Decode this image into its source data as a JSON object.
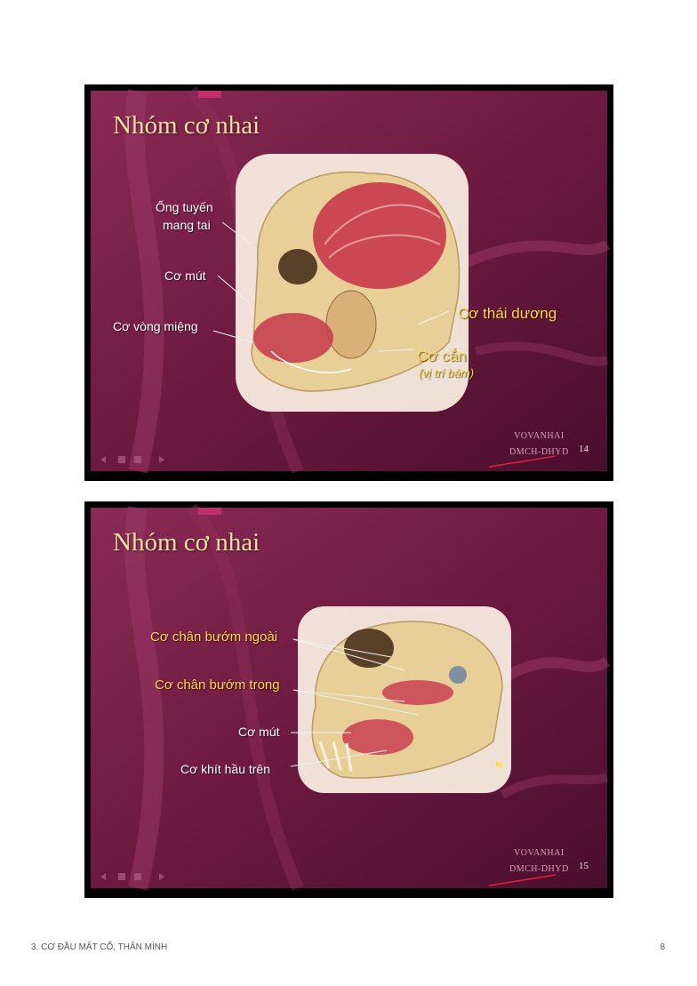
{
  "slides": [
    {
      "title": "Nhóm cơ nhai",
      "labels": {
        "ong_tuyen_line1": "Ống tuyến",
        "ong_tuyen_line2": "mang tai",
        "co_mut": "Cơ mút",
        "co_vong_mieng": "Cơ vòng miệng",
        "co_thai_duong": "Cơ thái dương",
        "co_can": "Cơ cắn",
        "vi_tri_bam": "(vị trí bám)"
      },
      "author_line1": "VOVANHAI",
      "author_line2": "DMCH-DHYD",
      "page_number": "14"
    },
    {
      "title": "Nhóm cơ nhai",
      "labels": {
        "co_chan_buom_ngoai": "Cơ chân bướm ngoài",
        "co_chan_buom_trong": "Cơ chân bướm trong",
        "co_mut": "Cơ mút",
        "co_khit_hau_tren": "Cơ khít hầu trên"
      },
      "author_line1": "VOVANHAI",
      "author_line2": "DMCH-DHYD",
      "page_number": "15"
    }
  ],
  "footer": {
    "left": "3. CƠ ĐẦU MẶT CỔ, THÂN MÌNH",
    "right": "8"
  },
  "colors": {
    "slide_bg": "#7a1e48",
    "title": "#f3dfa0",
    "label_yellow": "#ffd84a"
  }
}
